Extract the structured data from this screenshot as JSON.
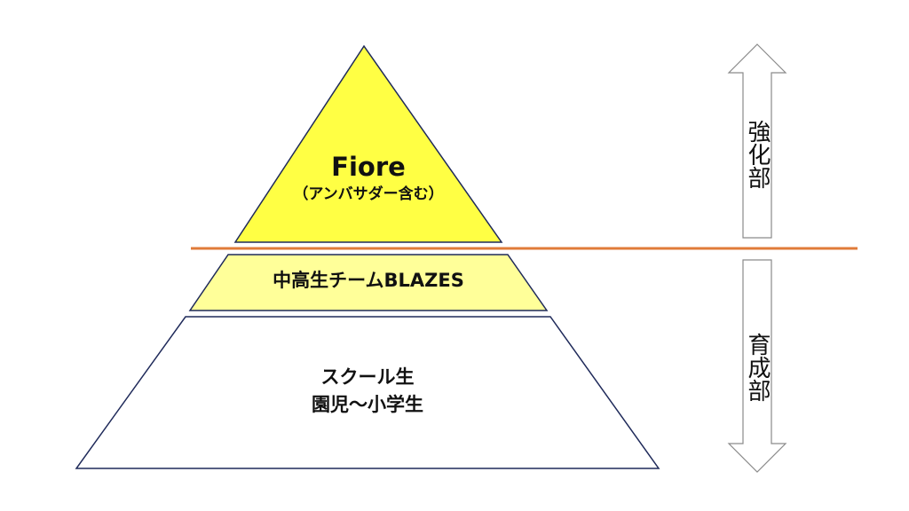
{
  "diagram": {
    "top_tier": {
      "title": "Fiore",
      "subtitle": "（アンバサダー含む）",
      "fill": "#ffff44"
    },
    "middle_tier": {
      "label": "中高生チームBLAZES",
      "fill": "#ffff99"
    },
    "bottom_tier": {
      "line1": "スクール生",
      "line2": "園児〜小学生",
      "fill": "#ffffff"
    },
    "divider_color": "#e07b39",
    "side_top_label": "強化部",
    "side_bottom_label": "育成部"
  }
}
